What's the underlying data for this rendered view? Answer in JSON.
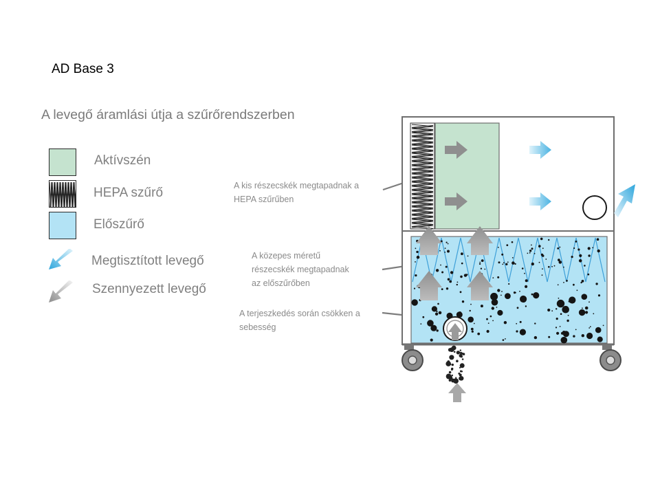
{
  "title": "AD Base 3",
  "subtitle": "A levegő áramlási útja a szűrőrendszerben",
  "legend": {
    "activated_carbon": "Aktívszén",
    "hepa": "HEPA szűrő",
    "prefilter": "Előszűrő",
    "clean_air": "Megtisztított levegő",
    "dirty_air": "Szennyezett levegő"
  },
  "callouts": {
    "hepa_line1": "A kis részecskék megtapadnak a",
    "hepa_line2": "HEPA szűrűben",
    "medium_line1": "A közepes méretű",
    "medium_line2": "részecskék  megtapadnak",
    "medium_line3": "az előszűrőben",
    "speed_line1": "A terjeszkedés során csökken a",
    "speed_line2": "sebesség"
  },
  "colors": {
    "activated_carbon": "#c5e3cf",
    "prefilter": "#b3e3f5",
    "clean_air": "#35a9dc",
    "dirty_air": "#9a9a9a",
    "frame": "#6e6e6e"
  }
}
